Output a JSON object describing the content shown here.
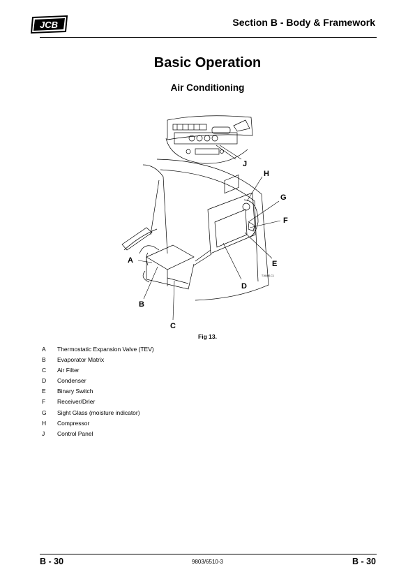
{
  "header": {
    "logo_text": "JCB",
    "section_title": "Section B - Body & Framework"
  },
  "page_title": "Basic Operation",
  "subtitle": "Air Conditioning",
  "figure": {
    "caption": "Fig 13.",
    "callouts": {
      "A": "A",
      "B": "B",
      "C": "C",
      "D": "D",
      "E": "E",
      "F": "F",
      "G": "G",
      "H": "H",
      "J": "J"
    },
    "drawing_ref": "T164B0-C1"
  },
  "legend": [
    {
      "key": "A",
      "label": "Thermostatic Expansion Valve (TEV)"
    },
    {
      "key": "B",
      "label": "Evaporator Matrix"
    },
    {
      "key": "C",
      "label": "Air Filter"
    },
    {
      "key": "D",
      "label": "Condenser"
    },
    {
      "key": "E",
      "label": "Binary Switch"
    },
    {
      "key": "F",
      "label": "Receiver/Drier"
    },
    {
      "key": "G",
      "label": "Sight Glass (moisture indicator)"
    },
    {
      "key": "H",
      "label": "Compressor"
    },
    {
      "key": "J",
      "label": "Control Panel"
    }
  ],
  "footer": {
    "left": "B - 30",
    "center": "9803/6510-3",
    "right": "B - 30"
  }
}
